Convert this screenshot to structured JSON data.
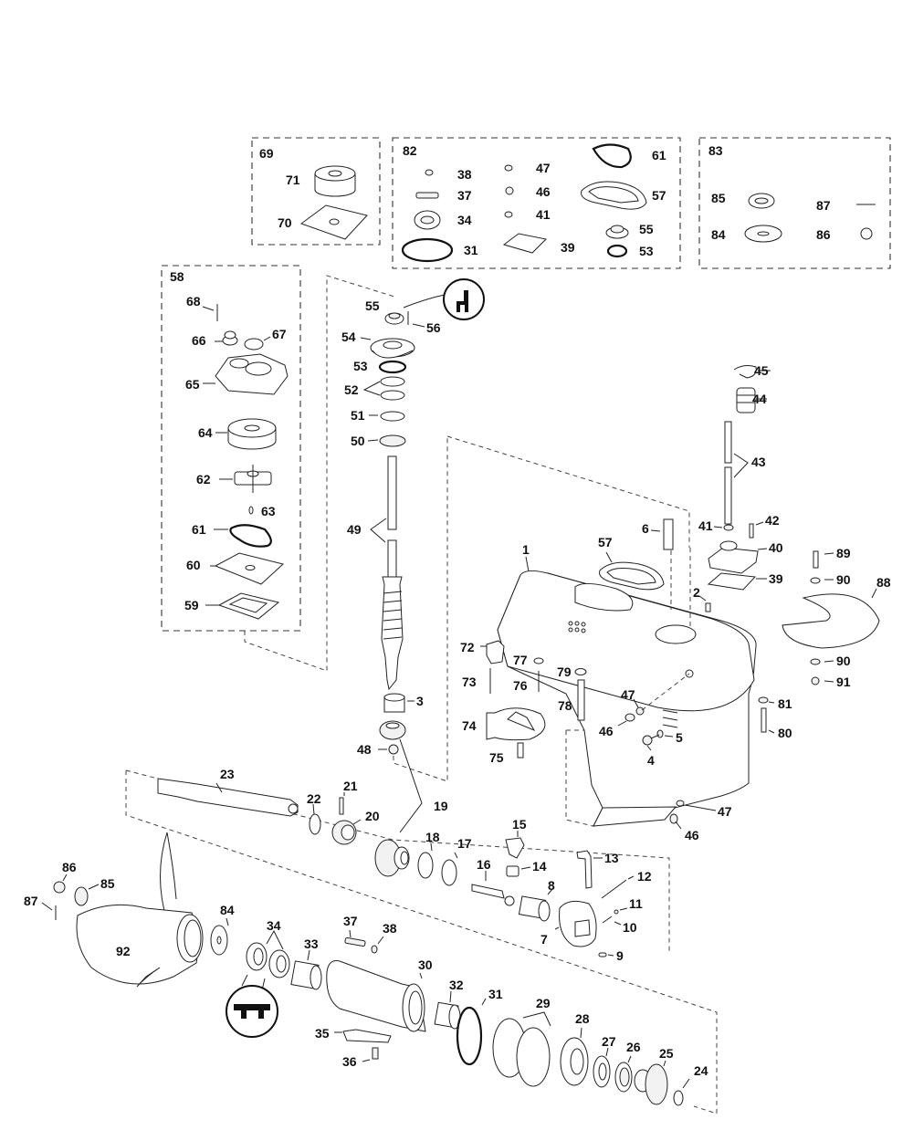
{
  "diagram": {
    "type": "exploded-parts-diagram",
    "subject": "outboard gearcase / lower unit",
    "kits": {
      "k69": {
        "label": "69",
        "contents": [
          "70",
          "71"
        ]
      },
      "k82": {
        "label": "82",
        "contents": [
          "31",
          "34",
          "37",
          "38",
          "39",
          "41",
          "46",
          "47",
          "53",
          "55",
          "57",
          "61"
        ]
      },
      "k83": {
        "label": "83",
        "contents": [
          "84",
          "85",
          "86",
          "87"
        ]
      },
      "k58": {
        "label": "58",
        "contents": [
          "59",
          "60",
          "61",
          "62",
          "63",
          "64",
          "65",
          "66",
          "67",
          "68"
        ]
      }
    },
    "callouts": {
      "c1": "1",
      "c2": "2",
      "c3": "3",
      "c4": "4",
      "c5": "5",
      "c6": "6",
      "c7": "7",
      "c8": "8",
      "c9": "9",
      "c10": "10",
      "c11": "11",
      "c12": "12",
      "c13": "13",
      "c14": "14",
      "c15": "15",
      "c16": "16",
      "c17": "17",
      "c18": "18",
      "c19": "19",
      "c20": "20",
      "c21": "21",
      "c22": "22",
      "c23": "23",
      "c24": "24",
      "c25": "25",
      "c26": "26",
      "c27": "27",
      "c28": "28",
      "c29": "29",
      "c30": "30",
      "c31": "31",
      "c32": "32",
      "c33": "33",
      "c34": "34",
      "c35": "35",
      "c36": "36",
      "c37": "37",
      "c38": "38",
      "c39": "39",
      "c40": "40",
      "c41": "41",
      "c42": "42",
      "c43": "43",
      "c44": "44",
      "c45": "45",
      "c46": "46",
      "c47": "47",
      "c48": "48",
      "c49": "49",
      "c50": "50",
      "c51": "51",
      "c52": "52",
      "c53": "53",
      "c54": "54",
      "c55": "55",
      "c56": "56",
      "c57": "57",
      "c59": "59",
      "c60": "60",
      "c61": "61",
      "c62": "62",
      "c63": "63",
      "c64": "64",
      "c65": "65",
      "c66": "66",
      "c67": "67",
      "c68": "68",
      "c70": "70",
      "c71": "71",
      "c72": "72",
      "c73": "73",
      "c74": "74",
      "c75": "75",
      "c76": "76",
      "c77": "77",
      "c78": "78",
      "c79": "79",
      "c80": "80",
      "c81": "81",
      "c84": "84",
      "c85": "85",
      "c86": "86",
      "c87": "87",
      "c88": "88",
      "c89": "89",
      "c90": "90",
      "c91": "91",
      "c92": "92"
    },
    "symbols": {
      "sealant_symbol": "adhesive-applicator-icon",
      "grease_symbol": "grease-tube-icon"
    }
  }
}
